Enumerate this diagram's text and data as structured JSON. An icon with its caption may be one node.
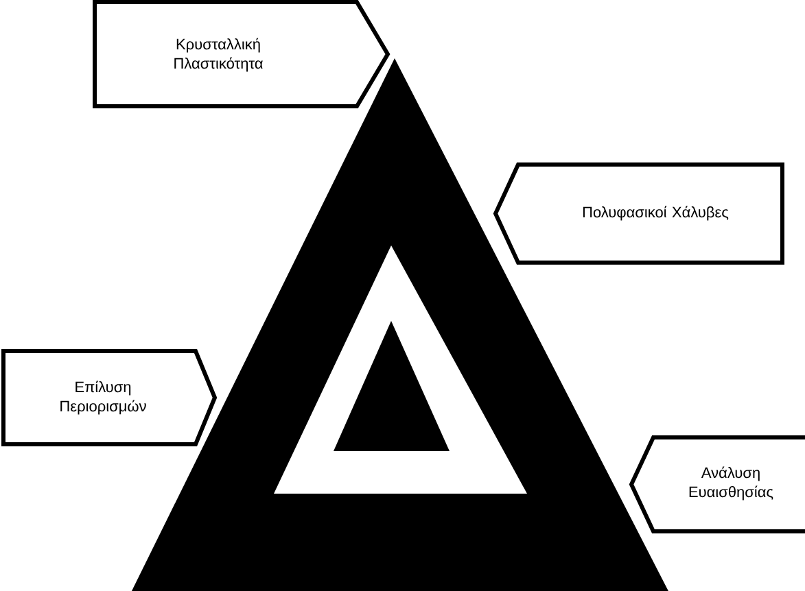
{
  "diagram": {
    "nodes": [
      {
        "text": [
          "Κρυσταλλική Πλαστικότητα"
        ]
      },
      {
        "text": [
          "Πολυφασικοί Χάλυβες"
        ]
      },
      {
        "text": [
          "Επίλυση Περιορισμών"
        ]
      },
      {
        "text": [
          "Ανάλυση Ευαισθησίας"
        ]
      }
    ]
  }
}
